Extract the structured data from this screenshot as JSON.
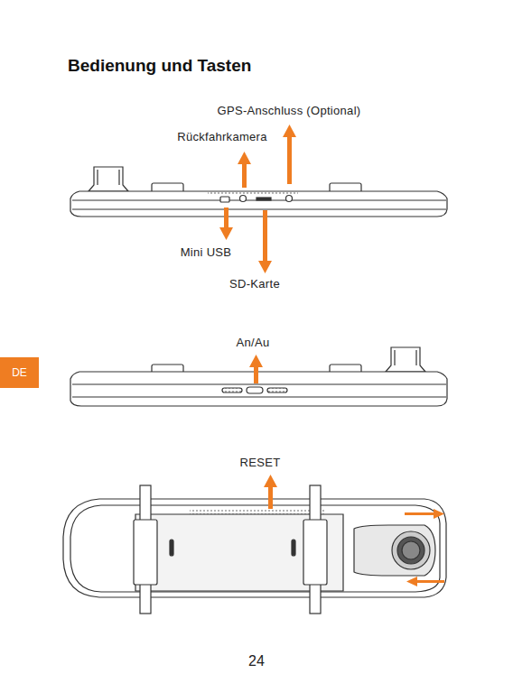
{
  "diagram": {
    "title": "Bedienung und Tasten",
    "labels": [
      "GPS-Anschluss (Optional)",
      "Rückfahrkamera",
      "Mini USB",
      "SD-Karte",
      "An/Au",
      "DE",
      "RESET",
      "24"
    ]
  }
}
